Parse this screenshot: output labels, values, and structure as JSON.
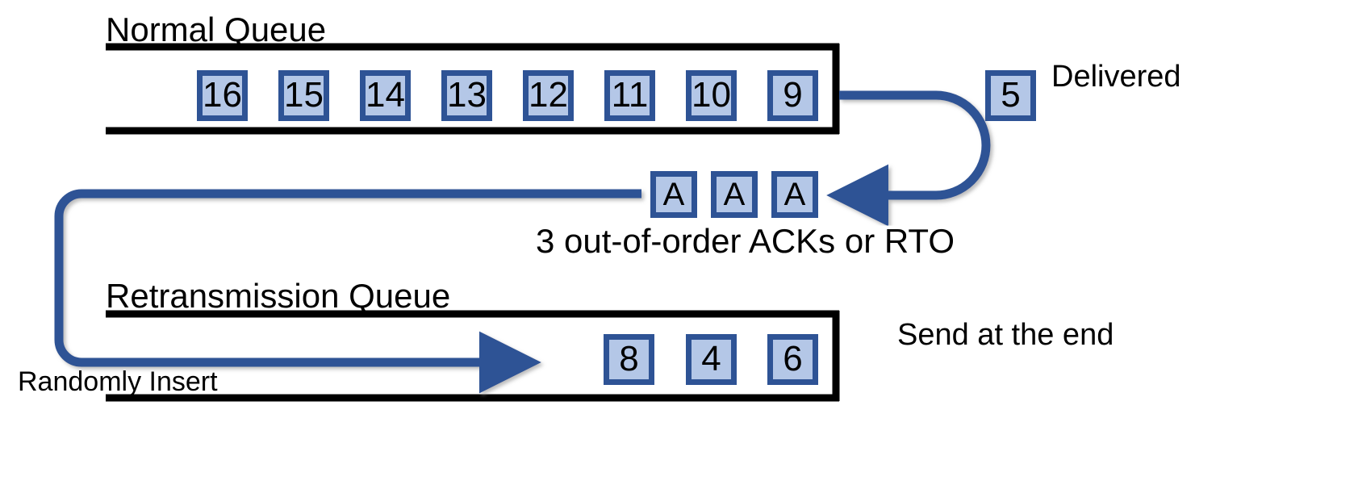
{
  "diagram": {
    "title": "TCP normal queue and retransmission queue flow",
    "colors": {
      "packet_fill": "#B4C7E7",
      "packet_border": "#2E5395",
      "arrow": "#2E5395",
      "queue_line": "#000000",
      "text": "#000000",
      "background": "#FFFFFF"
    },
    "normal_queue": {
      "title": "Normal Queue",
      "packets": [
        "16",
        "15",
        "14",
        "13",
        "12",
        "11",
        "10",
        "9"
      ]
    },
    "delivered": {
      "packet": "5",
      "label": "Delivered"
    },
    "acks": {
      "boxes": [
        "A",
        "A",
        "A"
      ],
      "caption": "3 out-of-order ACKs or RTO"
    },
    "retransmission_queue": {
      "title": "Retransmission Queue",
      "packets": [
        "8",
        "4",
        "6"
      ]
    },
    "send_arrow": {
      "label": "Send at the end"
    },
    "insert_arrow": {
      "label": "Randomly Insert"
    }
  }
}
